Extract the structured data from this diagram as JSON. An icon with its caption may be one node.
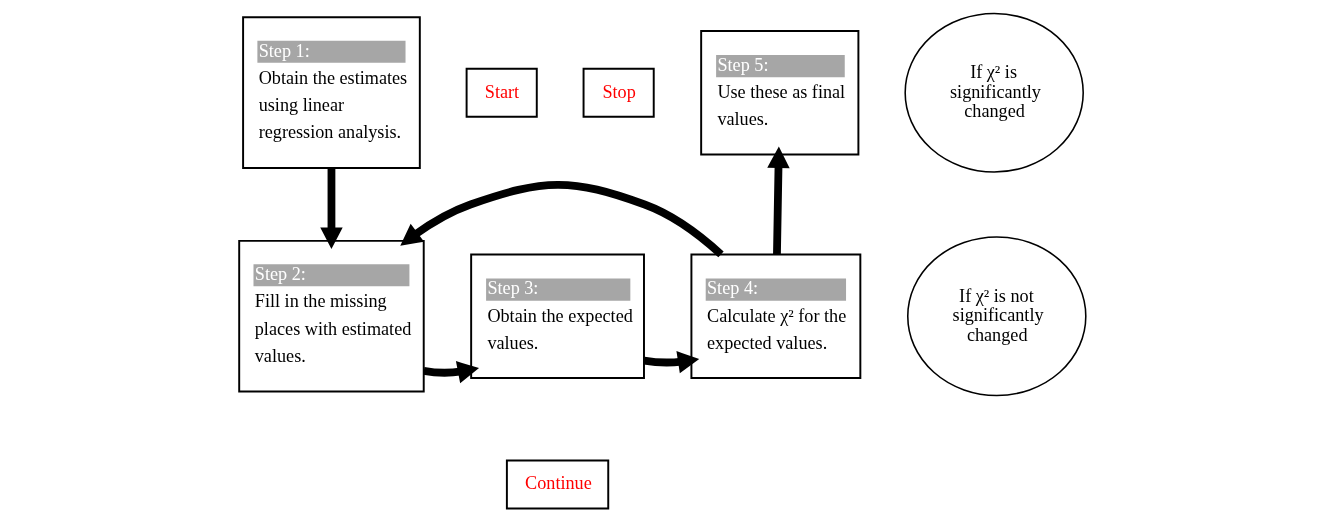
{
  "diagram": {
    "nodes": [
      {
        "text": [
          "Step 1:",
          "Obtain the estimates using linear regression analysis."
        ]
      },
      {
        "text": [
          "Start"
        ]
      },
      {
        "text": [
          "Stop"
        ]
      },
      {
        "text": [
          "Step 5:",
          "Use these as final values."
        ]
      },
      {
        "text": [
          "If χ² is significantly changed"
        ]
      },
      {
        "text": [
          "Step 2:",
          "Fill in the missing places with estimated values."
        ]
      },
      {
        "text": [
          "Step 3:",
          "Obtain the expected values."
        ]
      },
      {
        "text": [
          "Step 4:",
          "Calculate χ² for the expected values."
        ]
      },
      {
        "text": [
          "If χ² is not significantly changed"
        ]
      },
      {
        "text": [
          "Continue"
        ]
      }
    ],
    "edges": [
      {
        "from": 0,
        "to": 5,
        "arrow": "to"
      },
      {
        "from": 5,
        "to": 6,
        "arrow": "to"
      },
      {
        "from": 6,
        "to": 7,
        "arrow": "to"
      },
      {
        "from": 7,
        "to": 3,
        "arrow": "to"
      },
      {
        "from": 7,
        "to": 5,
        "arrow": "to"
      }
    ]
  }
}
